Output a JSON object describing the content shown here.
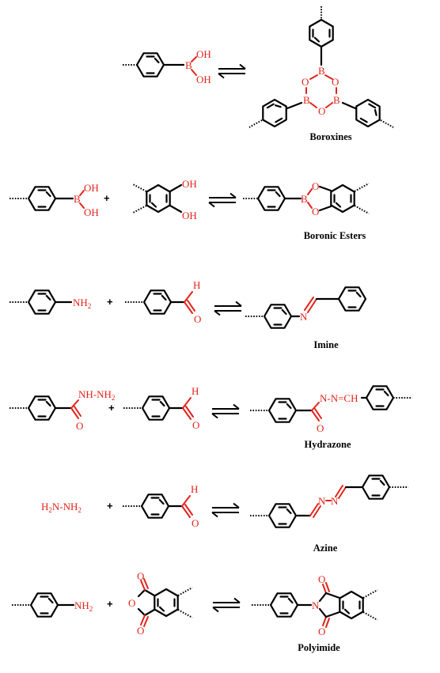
{
  "colors": {
    "bond": "#000000",
    "heteroatom": "#e2231a"
  },
  "reactions": [
    {
      "product_caption": "Boroxines",
      "plus": ""
    },
    {
      "product_caption": "Boronic Esters",
      "plus": "+"
    },
    {
      "product_caption": "Imine",
      "plus": "+"
    },
    {
      "product_caption": "Hydrazone",
      "plus": "+"
    },
    {
      "product_caption": "Azine",
      "plus": "+"
    },
    {
      "product_caption": "Polyimide",
      "plus": "+"
    }
  ],
  "atoms": {
    "oh": "OH",
    "b": "B",
    "o": "O",
    "nh2": "NH",
    "nh2_sub": "2",
    "h": "H",
    "n": "N",
    "hydrazide": "NH-NH",
    "hydrazide_sub": "2",
    "hydrazone_link": "N-N=CH",
    "hydrazine_a": "H",
    "hydrazine_sub1": "2",
    "hydrazine_b": "N-NH",
    "hydrazine_sub2": "2",
    "azine_n1": "N",
    "azine_n2": "N"
  }
}
